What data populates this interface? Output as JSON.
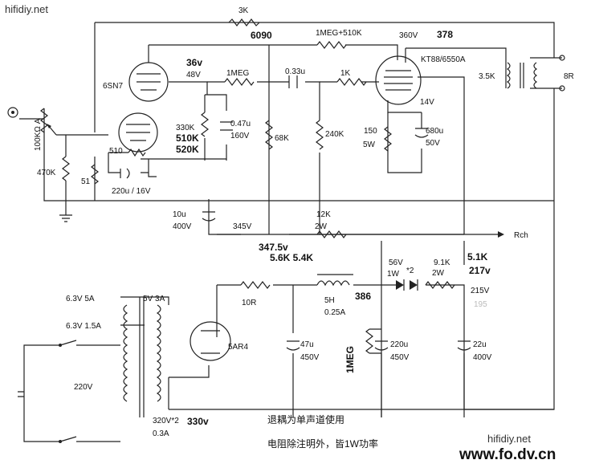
{
  "watermark_top": "hifidiy.net",
  "watermark_bottom": "hifidiy.net",
  "watermark_bottom_bold": "www.fo.dv.cn",
  "tubes": {
    "driver": "6SN7",
    "output": "KT88/6550A",
    "rectifier": "5AR4"
  },
  "labels": {
    "r_3k": "3K",
    "hv_6090": "6090",
    "r_1meg_510k": "1MEG+510K",
    "v_360": "360V",
    "hand_378": "378",
    "hand_36v": "36v",
    "v_48": "48V",
    "r_1meg": "1MEG",
    "c_033": "0.33u",
    "r_1k": "1K",
    "ot_3_5k": "3.5K",
    "spk_8r": "8R",
    "v_14": "14V",
    "pot_100k": "100KΩ A",
    "r_330k": "330K",
    "hand_510k": "510K",
    "hand_520k": "520K",
    "c_047": "0.47u",
    "v_160": "160V",
    "r_68k": "68K",
    "r_240k": "240K",
    "r_150": "150",
    "w_5w": "5W",
    "c_680": "680u",
    "v_50": "50V",
    "r_470k": "470K",
    "r_510": "510",
    "r_51": "51",
    "c_220_16": "220u / 16V",
    "c_10u": "10u",
    "v_400a": "400V",
    "v_345": "345V",
    "r_12k": "12K",
    "w_2wa": "2W",
    "rch": "Rch",
    "hand_3475": "347.5v",
    "hand_54k": "5.6K 5.4K",
    "hand_51k": "5.1K",
    "hand_217v": "217v",
    "diode_56v": "56V",
    "diode_1w": "1W",
    "diode_x2": "*2",
    "r_91k": "9.1K",
    "w_2wb": "2W",
    "v_215": "215V",
    "hand_195": "195",
    "fil_63_5a": "6.3V 5A",
    "fil_5v_3a": "5V 3A",
    "fil_63_15a": "6.3V 1.5A",
    "r_10r": "10R",
    "choke_5h": "5H",
    "choke_025a": "0.25A",
    "hand_386": "386",
    "mains_220": "220V",
    "c_47u": "47u",
    "v_450a": "450V",
    "hand_1meg": "1MEG",
    "c_220u": "220u",
    "v_450b": "450V",
    "c_22u": "22u",
    "v_400b": "400V",
    "sec_320": "320V*2",
    "sec_03a": "0.3A",
    "hand_330v": "330v"
  },
  "notes": {
    "line1": "退耦为单声道使用",
    "line2": "电阻除注明外，皆1W功率"
  }
}
